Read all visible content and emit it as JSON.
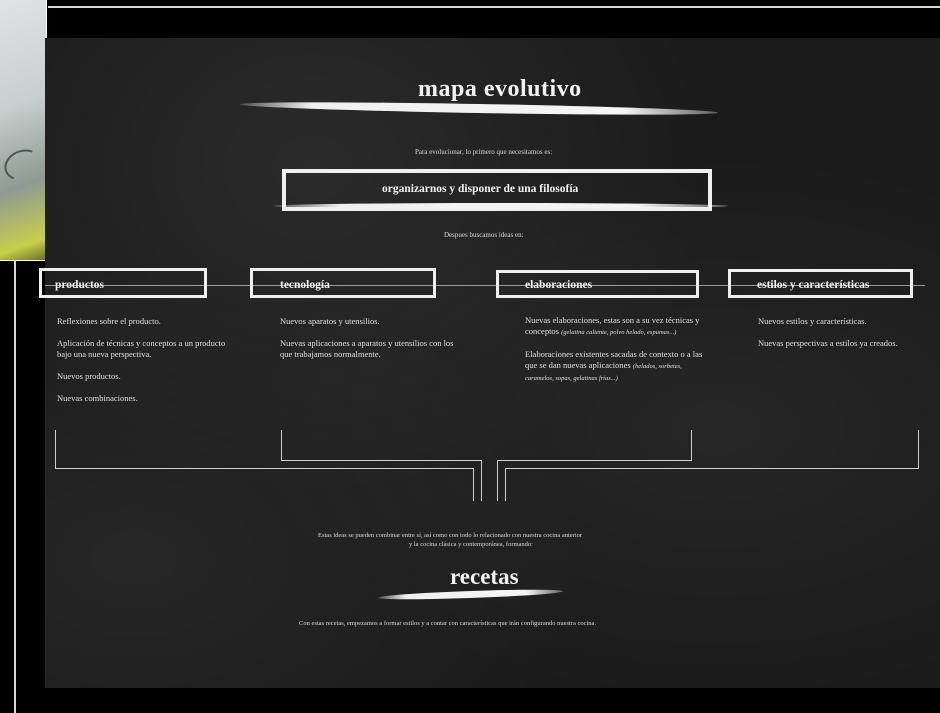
{
  "title": "mapa evolutivo",
  "intro": "Para evolucionar, lo primero que necesitamos es:",
  "philosophy": "organizarnos y disponer de una filosofía",
  "after": "Despues buscamos ideas en:",
  "categories": [
    {
      "label": "productos",
      "items": [
        "Reflexiones sobre el producto.",
        "Aplicación de técnicas y conceptos a un producto bajo una nueva perspectiva.",
        "Nuevos productos.",
        "Nuevas combinaciones."
      ]
    },
    {
      "label": "tecnología",
      "items": [
        "Nuevos aparatos y utensilios.",
        "Nuevas  aplicaciones a aparatos y utensilios con los que trabajamos normalmente."
      ]
    },
    {
      "label": "elaboraciones",
      "items": [
        "Nuevas elaboraciones, estas son a su vez técnicas y conceptos",
        "(gelatina caliente, polvo helado, espumas...)",
        "Elaboraciones existentes sacadas de contexto o a las que se dan nuevas aplicaciones",
        "(helados, sorbetes, caramelos, sopas, gelatinas frías...)"
      ]
    },
    {
      "label": "estilos y características",
      "items": [
        "Nuevos estilos y características.",
        "Nuevas perspectivas a estilos ya creados."
      ]
    }
  ],
  "combine_line1": "Estas ideas se pueden combinar entre sí, así como con todo lo relacionado con nuestra cocina anterior",
  "combine_line2": "y la cocina clásica y contemporánea, formando:",
  "recipes_title": "recetas",
  "footer": "Con estas recetas, empezamos a formar estilos y a contar con características que irán configurando nuestra cocina."
}
